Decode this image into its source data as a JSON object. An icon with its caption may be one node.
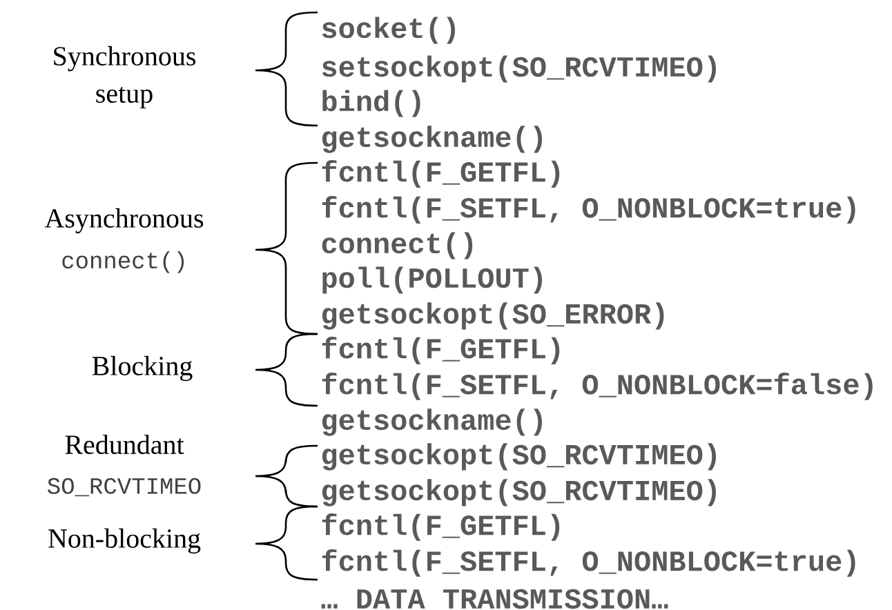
{
  "diagram": {
    "labels": [
      "Synchronous setup",
      "Asynchronous",
      "connect()",
      "Blocking",
      "Redundant",
      "SO_RCVTIMEO",
      "Non-blocking",
      "socket()",
      "setsockopt(SO_RCVTIMEO)",
      "bind()",
      "getsockname()",
      "fcntl(F_GETFL)",
      "fcntl(F_SETFL, O_NONBLOCK=true)",
      "connect()",
      "poll(POLLOUT)",
      "getsockopt(SO_ERROR)",
      "fcntl(F_GETFL)",
      "fcntl(F_SETFL, O_NONBLOCK=false)",
      "getsockname()",
      "getsockopt(SO_RCVTIMEO)",
      "getsockopt(SO_RCVTIMEO)",
      "fcntl(F_GETFL)",
      "fcntl(F_SETFL, O_NONBLOCK=true)",
      "… DATA TRANSMISSION…"
    ]
  }
}
